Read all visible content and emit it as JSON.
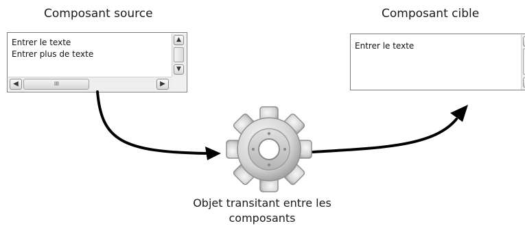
{
  "source_component": {
    "title": "Composant source",
    "lines": [
      "Entrer le texte",
      "Entrer plus de texte"
    ],
    "scrollbar_glyphs": {
      "up": "▲",
      "down": "▼",
      "left": "◀",
      "right": "▶",
      "grip": "IIIII"
    }
  },
  "target_component": {
    "title": "Composant cible",
    "lines": [
      "Entrer le texte"
    ],
    "scrollbar_glyphs": {
      "up": "▲",
      "down": "▼"
    }
  },
  "transit_object": {
    "caption_line1": "Objet transitant entre les",
    "caption_line2": "composants",
    "icon": "gear-icon"
  },
  "colors": {
    "arrow": "#000000",
    "gear_light": "#f2f2f2",
    "gear_dark": "#9a9a9a",
    "text": "#1a1a1a"
  }
}
